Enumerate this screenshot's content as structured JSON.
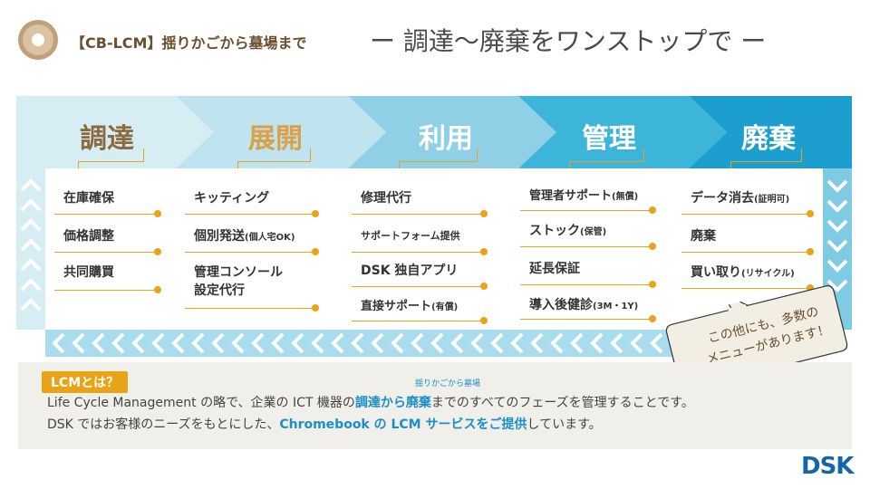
{
  "header": {
    "title": "【CB-LCM】揺りかごから墓場まで",
    "subtitle": "ー 調達〜廃棄をワンストップで ー"
  },
  "stages": [
    {
      "label": "調達",
      "color": "#8a6a3e"
    },
    {
      "label": "展開",
      "color": "#d9a24a"
    },
    {
      "label": "利用",
      "color": "#ffffff"
    },
    {
      "label": "管理",
      "color": "#ffffff"
    },
    {
      "label": "廃棄",
      "color": "#ffffff"
    }
  ],
  "cards": [
    {
      "items": [
        {
          "main": "在庫確保",
          "sub": ""
        },
        {
          "main": "価格調整",
          "sub": ""
        },
        {
          "main": "共同購買",
          "sub": ""
        }
      ]
    },
    {
      "items": [
        {
          "main": "キッティング",
          "sub": ""
        },
        {
          "main": "個別発送",
          "sub": "(個人宅OK)"
        },
        {
          "main": "管理コンソール",
          "sub": ""
        },
        {
          "main": "設定代行",
          "sub": ""
        }
      ]
    },
    {
      "items": [
        {
          "main": "修理代行",
          "sub": ""
        },
        {
          "main": "サポートフォーム提供",
          "sub": ""
        },
        {
          "main": "DSK 独自アプリ",
          "sub": ""
        },
        {
          "main": "直接サポート",
          "sub": "(有償)"
        }
      ]
    },
    {
      "items": [
        {
          "main": "管理者サポート",
          "sub": "(無償)"
        },
        {
          "main": "ストック",
          "sub": "(保管)"
        },
        {
          "main": "延長保証",
          "sub": ""
        },
        {
          "main": "導入後健診",
          "sub": "(3M・1Y)"
        }
      ]
    },
    {
      "items": [
        {
          "main": "データ消去",
          "sub": "(証明可)"
        },
        {
          "main": "廃棄",
          "sub": ""
        },
        {
          "main": "買い取り",
          "sub": "(リサイクル)"
        }
      ]
    }
  ],
  "bubble": {
    "line1": "この他にも、多数の",
    "line2": "メニューがあります！"
  },
  "info": {
    "badge": "LCMとは？",
    "ruby": "揺りかごから墓場",
    "line1_a": "Life Cycle Management の略で、企業の ICT 機器の",
    "line1_hl": "調達から廃棄",
    "line1_b": "までのすべてのフェーズを管理することです。",
    "line2_a": "DSK ではお客様のニーズをもとにした、",
    "line2_hl": "Chromebook の LCM サービスをご提供",
    "line2_b": "しています。"
  },
  "brand": {
    "logo_text": "DSK"
  },
  "colors": {
    "accent": "#e8a317",
    "blue": "#1a8fc8",
    "brown": "#6b4e2e"
  }
}
